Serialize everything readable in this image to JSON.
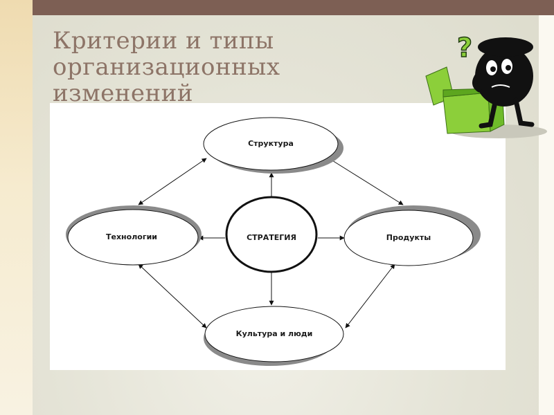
{
  "slide": {
    "title_lines": [
      "Критерии и типы",
      "организационных",
      "изменений"
    ]
  },
  "diagram": {
    "center": "СТРАТЕГИЯ",
    "top": "Структура",
    "left": "Технологии",
    "right": "Продукты",
    "bottom": "Культура и люди"
  },
  "clipart": {
    "description_icon": "question-mascot-icon",
    "symbol": "?"
  },
  "colors": {
    "top_bar": "#7d5f54",
    "title": "#8d7467",
    "left_strip": "#efdbb0",
    "mascot_body": "#111111",
    "box_green": "#8ccf3a"
  }
}
